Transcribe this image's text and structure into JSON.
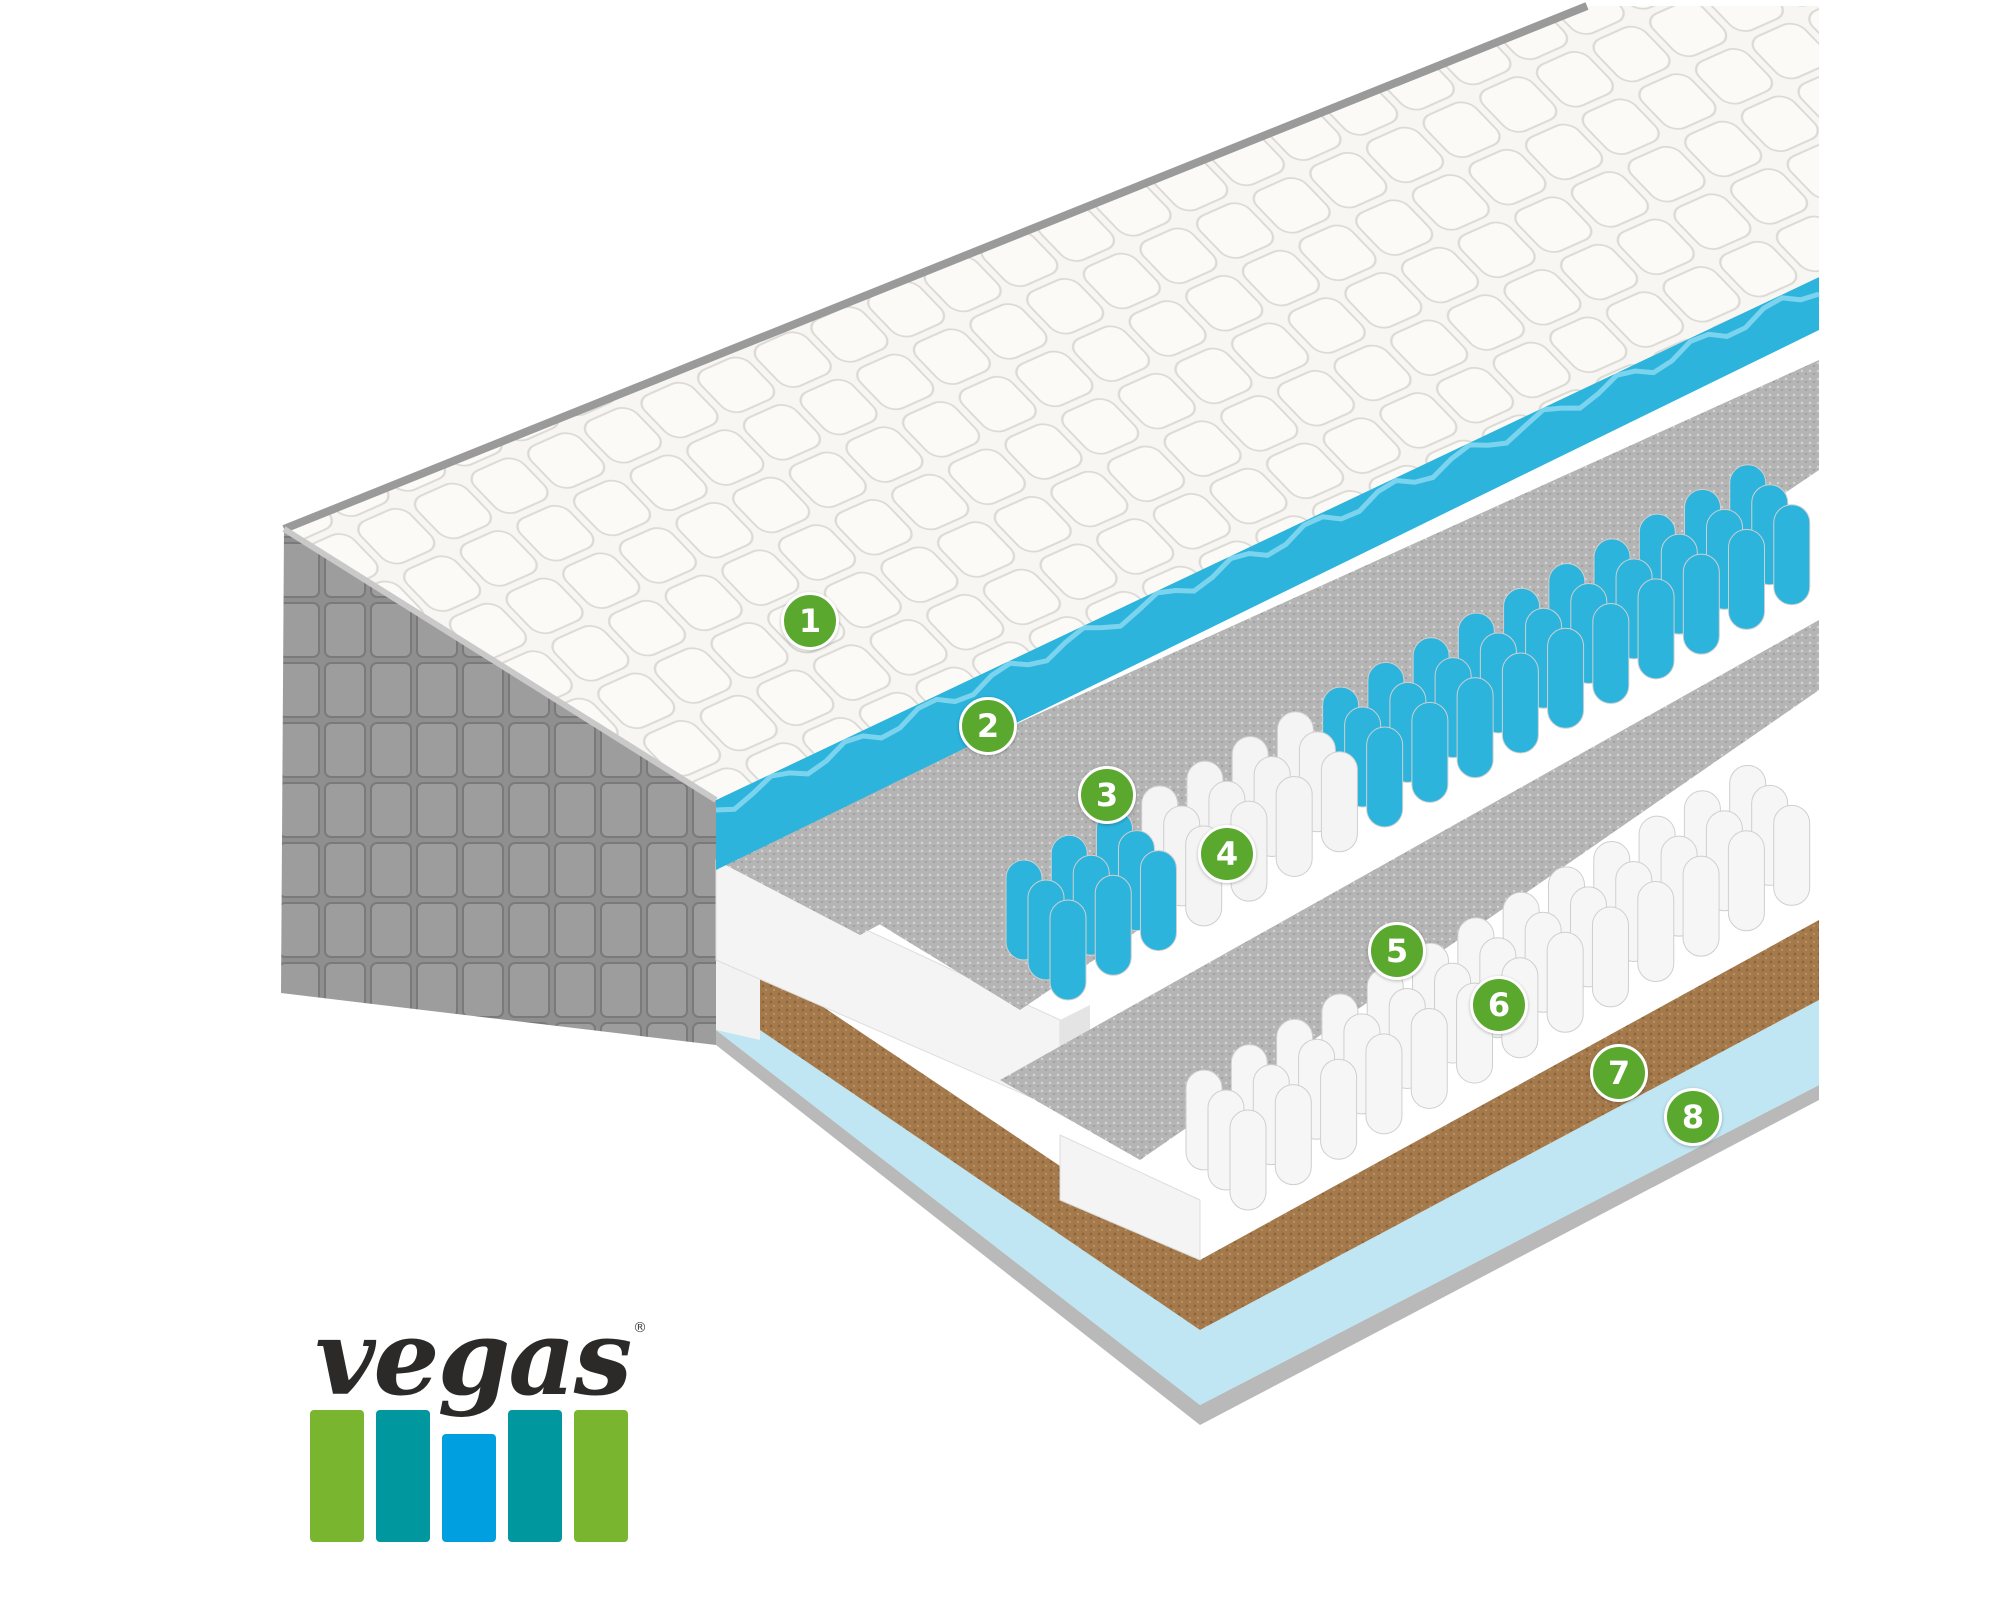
{
  "markers": [
    "1",
    "2",
    "3",
    "4",
    "5",
    "6",
    "7",
    "8"
  ],
  "logo": {
    "word": "vegas",
    "registered": "®"
  },
  "colors": {
    "marker": "#5aa92e",
    "logo_green": "#7ab530",
    "logo_teal": "#00979f",
    "logo_blue": "#00a0e0",
    "foam_blue": "#2cb4dc",
    "cover_gray": "#8e8e8e",
    "coconut": "#a47a4c"
  }
}
